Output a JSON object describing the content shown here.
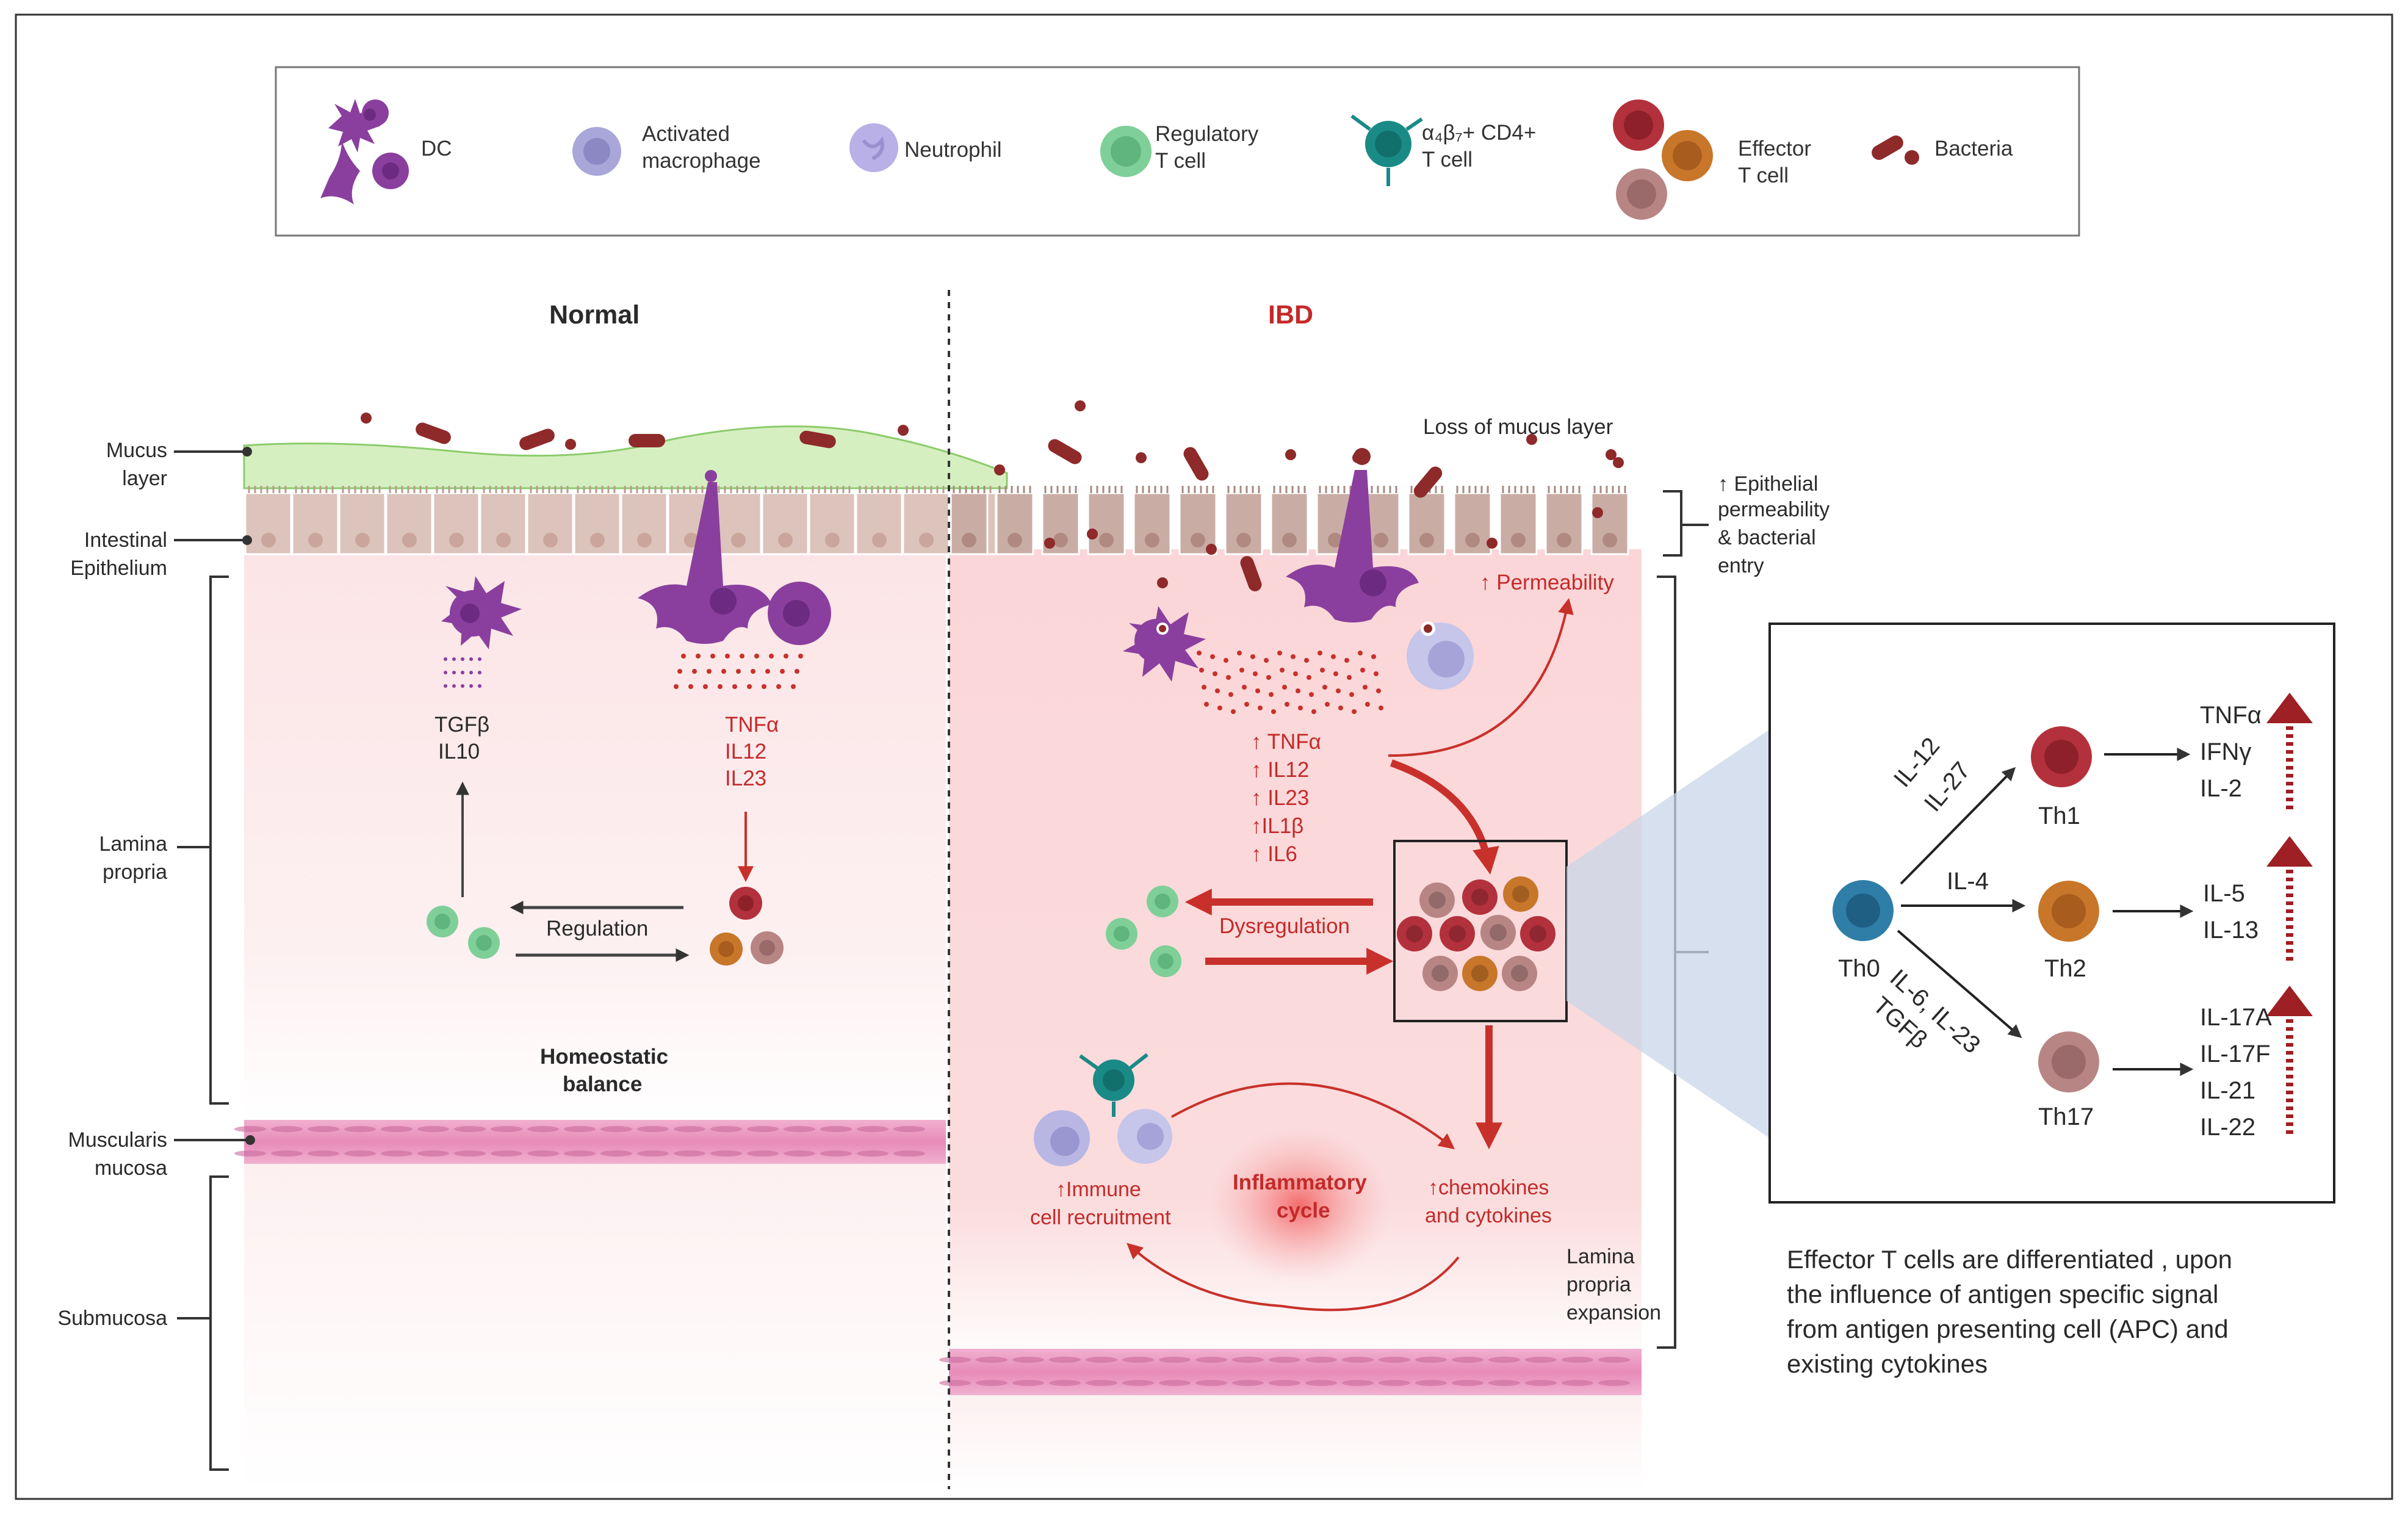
{
  "legend": {
    "dc": "DC",
    "activated_macrophage": [
      "Activated",
      "macrophage"
    ],
    "neutrophil": "Neutrophil",
    "regulatory_t_cell": [
      "Regulatory",
      "T cell"
    ],
    "a4b7_cd4": [
      "α₄β₇+ CD4+",
      "T cell"
    ],
    "effector_t_cell": [
      "Effector",
      "T cell"
    ],
    "bacteria": "Bacteria"
  },
  "panels": {
    "normal": "Normal",
    "ibd": "IBD"
  },
  "layers": {
    "mucus": [
      "Mucus",
      "layer"
    ],
    "epithelium": [
      "Intestinal",
      "Epithelium"
    ],
    "lamina_propria": [
      "Lamina",
      "propria"
    ],
    "muscularis": [
      "Muscularis",
      "mucosa"
    ],
    "submucosa": "Submucosa"
  },
  "normal": {
    "tgfb": "TGFβ",
    "il10": "IL10",
    "cytokines": [
      "TNFα",
      "IL12",
      "IL23"
    ],
    "regulation": "Regulation",
    "homeostatic": [
      "Homeostatic",
      "balance"
    ]
  },
  "ibd": {
    "loss_mucus": "Loss of mucus layer",
    "epithelial_note": [
      "↑ Epithelial",
      "permeability",
      "& bacterial",
      "entry"
    ],
    "permeability": "↑ Permeability",
    "cytokines": [
      "↑ TNFα",
      "↑ IL12",
      "↑ IL23",
      "↑IL1β",
      "↑ IL6"
    ],
    "dysregulation": "Dysregulation",
    "immune_recruitment": [
      "↑Immune",
      "cell recruitment"
    ],
    "inflammatory_cycle": [
      "Inflammatory",
      "cycle"
    ],
    "chemokines": [
      "↑chemokines",
      "and cytokines"
    ],
    "lamina_expansion": [
      "Lamina",
      "propria",
      "expansion"
    ]
  },
  "inset": {
    "th0": "Th0",
    "th1": "Th1",
    "th2": "Th2",
    "th17": "Th17",
    "to_th1": [
      "IL-12",
      "IL-27"
    ],
    "to_th2": "IL-4",
    "to_th17": [
      "IL-6, IL-23",
      "TGFβ"
    ],
    "th1_out": [
      "TNFα",
      "IFNγ",
      "IL-2"
    ],
    "th2_out": [
      "IL-5",
      "IL-13"
    ],
    "th17_out": [
      "IL-17A",
      "IL-17F",
      "IL-21",
      "IL-22"
    ]
  },
  "caption": [
    "Effector T cells are differentiated , upon",
    "the influence of antigen specific signal",
    "from antigen presenting cell (APC) and",
    "existing cytokines"
  ],
  "colors": {
    "dc": "#8a3f9e",
    "macrophage": "#a9a6d9",
    "neutrophil": "#b8b0e6",
    "treg": "#7fcf98",
    "cd4": "#1a8a86",
    "effector_red": "#b3313c",
    "effector_orange": "#c8762a",
    "effector_mauve": "#b88585",
    "bacteria": "#8e2a2a",
    "arrow_red": "#c8312b",
    "th0": "#2f7ea8"
  }
}
